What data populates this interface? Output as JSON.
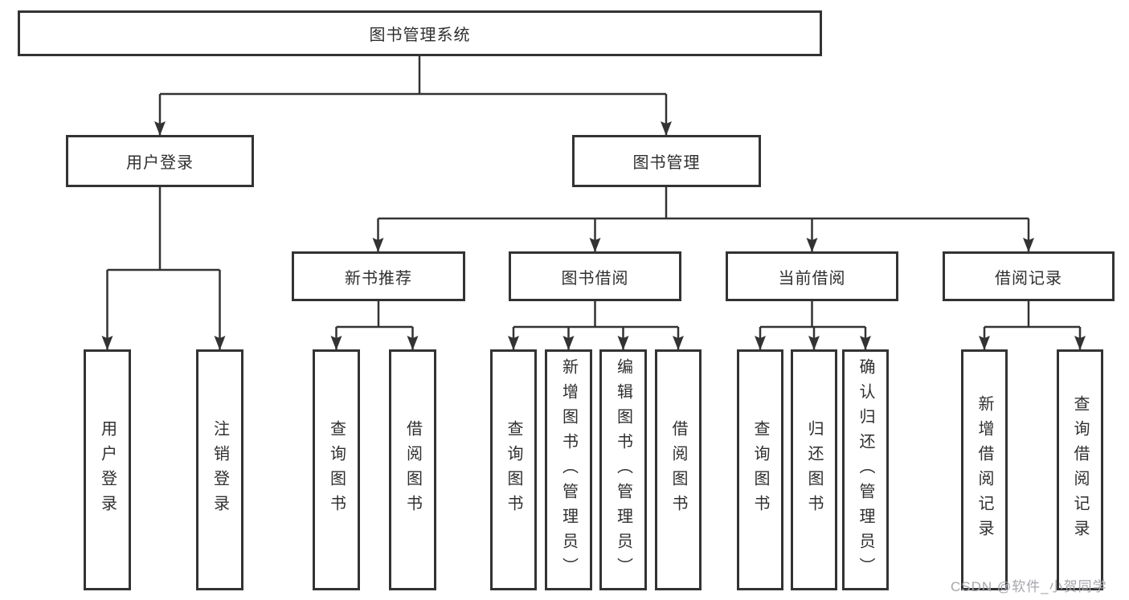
{
  "diagram": {
    "root": {
      "label": "图书管理系统"
    },
    "level2": [
      {
        "label": "用户登录"
      },
      {
        "label": "图书管理"
      }
    ],
    "level3": [
      {
        "label": "新书推荐",
        "parent": "图书管理"
      },
      {
        "label": "图书借阅",
        "parent": "图书管理"
      },
      {
        "label": "当前借阅",
        "parent": "图书管理"
      },
      {
        "label": "借阅记录",
        "parent": "图书管理"
      }
    ],
    "leaves": [
      {
        "label": "用户登录",
        "parent": "用户登录"
      },
      {
        "label": "注销登录",
        "parent": "用户登录"
      },
      {
        "label": "查询图书",
        "parent": "新书推荐"
      },
      {
        "label": "借阅图书",
        "parent": "新书推荐"
      },
      {
        "label": "查询图书",
        "parent": "图书借阅"
      },
      {
        "label": "新增图书（管理员）",
        "parent": "图书借阅"
      },
      {
        "label": "编辑图书（管理员）",
        "parent": "图书借阅"
      },
      {
        "label": "借阅图书",
        "parent": "图书借阅"
      },
      {
        "label": "查询图书",
        "parent": "当前借阅"
      },
      {
        "label": "归还图书",
        "parent": "当前借阅"
      },
      {
        "label": "确认归还（管理员）",
        "parent": "当前借阅"
      },
      {
        "label": "新增借阅记录",
        "parent": "借阅记录"
      },
      {
        "label": "查询借阅记录",
        "parent": "借阅记录"
      }
    ],
    "colors": {
      "line": "#333333",
      "box_border": "#333333",
      "box_fill": "#ffffff",
      "text": "#2f2f2f",
      "background": "#ffffff",
      "watermark": "#a6a6ac"
    }
  },
  "watermark": {
    "text": "CSDN @软件_小贺同学"
  }
}
